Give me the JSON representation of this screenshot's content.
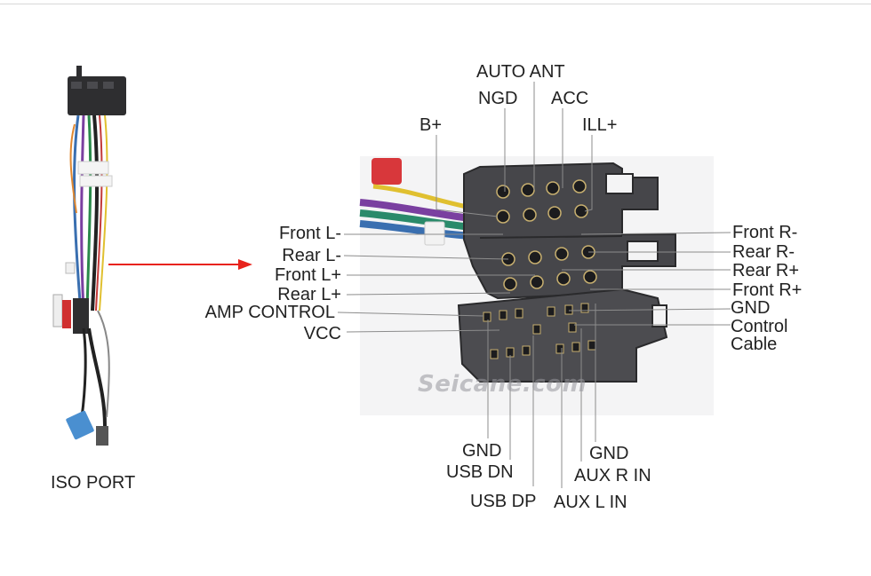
{
  "iso_port_label": "ISO PORT",
  "watermark": "Seicane.com",
  "top_pins": {
    "auto_ant": "AUTO ANT",
    "ngd": "NGD",
    "acc": "ACC",
    "b_plus": "B+",
    "ill_plus": "ILL+"
  },
  "left_pins": {
    "front_l_minus": "Front L-",
    "rear_l_minus": "Rear L-",
    "front_l_plus": "Front L+",
    "rear_l_plus": "Rear L+",
    "amp_control": "AMP CONTROL",
    "vcc": "VCC"
  },
  "right_pins": {
    "front_r_minus": "Front R-",
    "rear_r_minus": "Rear R-",
    "rear_r_plus": "Rear R+",
    "front_r_plus": "Front R+",
    "gnd": "GND",
    "control_cable_1": "Control",
    "control_cable_2": "Cable"
  },
  "bottom_pins": {
    "gnd_left": "GND",
    "usb_dn": "USB DN",
    "usb_dp": "USB DP",
    "gnd_right": "GND",
    "aux_r_in": "AUX R IN",
    "aux_l_in": "AUX L IN"
  },
  "colors": {
    "arrow": "#e8231c",
    "leader_line": "#8c8c8c",
    "connector": "#3d3d40",
    "iso_plug_blue": "#4a8fd0"
  }
}
